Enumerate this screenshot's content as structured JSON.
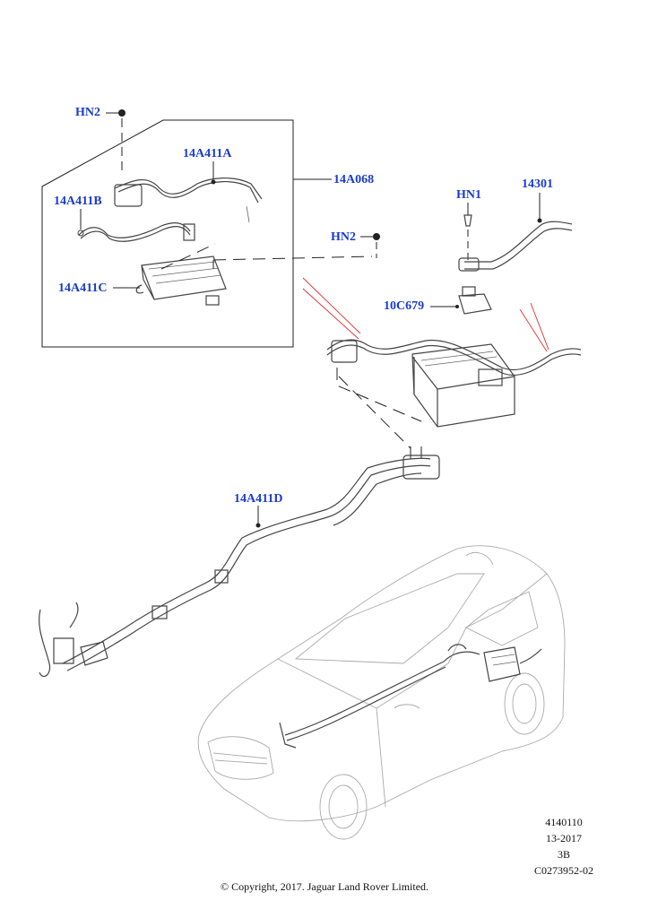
{
  "callouts": {
    "hn2_top": "HN2",
    "c14a411a": "14A411A",
    "c14a411b": "14A411B",
    "c14a068": "14A068",
    "hn2_mid": "HN2",
    "c14a411c": "14A411C",
    "hn1": "HN1",
    "c14301": "14301",
    "c10c679": "10C679",
    "c14a411d": "14A411D"
  },
  "reference": {
    "line1": "4140110",
    "line2": "13-2017",
    "line3": "3B",
    "line4": "C0273952-02"
  },
  "copyright": "© Copyright, 2017. Jaguar Land Rover Limited.",
  "colors": {
    "callout": "#1a3ccf",
    "linework": "#444444",
    "vehicle": "#aaaaaa",
    "highlight": "#e03030"
  }
}
